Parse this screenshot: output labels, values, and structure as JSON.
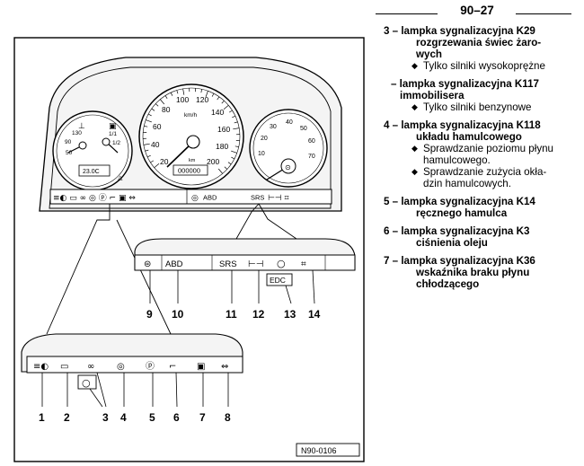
{
  "header": {
    "page_number": "90–27"
  },
  "figure": {
    "code": "N90-0106",
    "speedometer": {
      "unit": "km/h",
      "scale": [
        "20",
        "40",
        "60",
        "80",
        "100",
        "120",
        "140",
        "160",
        "180",
        "200"
      ],
      "odometer_unit": "km",
      "odometer": "000000"
    },
    "trip_display": "23.0C",
    "temperature_gauge": {
      "scale": [
        "50",
        "90",
        "130"
      ]
    },
    "fuel_gauge": {
      "scale": [
        "1/1",
        "1/2"
      ]
    },
    "tachometer": {
      "scale": [
        "10",
        "20",
        "30",
        "40",
        "50",
        "60",
        "70"
      ]
    },
    "top_strip_labels": [
      "ABD",
      "SRS"
    ],
    "panel_labels": {
      "abd": "ABD",
      "srs": "SRS",
      "edc": "EDC"
    },
    "callouts_upper": [
      "9",
      "10",
      "11",
      "12",
      "13",
      "14"
    ],
    "callouts_lower": [
      "1",
      "2",
      "3",
      "4",
      "5",
      "6",
      "7",
      "8"
    ]
  },
  "legend": [
    {
      "title": "3 – lampka sygnalizacyjna K29 rozgrzewania świec żaro-wych",
      "lines": [
        "3 – lampka sygnalizacyjna K29",
        "rozgrzewania świec żaro-",
        "wych"
      ],
      "subs": [
        "Tylko silniki wysokoprężne"
      ]
    },
    {
      "title": "– lampka sygnalizacyjna K117 immobilisera",
      "lines": [
        "– lampka sygnalizacyjna K117",
        "immobilisera"
      ],
      "subs": [
        "Tylko silniki benzynowe"
      ]
    },
    {
      "title": "4 – lampka sygnalizacyjna K118 układu hamulcowego",
      "lines": [
        "4 – lampka sygnalizacyjna K118",
        "układu hamulcowego"
      ],
      "subs": [
        "Sprawdzanie poziomu płynu hamulcowego.",
        "Sprawdzanie zużycia okła-dzin hamulcowych."
      ],
      "sub_lines": [
        [
          "Sprawdzanie poziomu płynu",
          "hamulcowego."
        ],
        [
          "Sprawdzanie zużycia okła-",
          "dzin hamulcowych."
        ]
      ]
    },
    {
      "title": "5 – lampka sygnalizacyjna K14 ręcznego hamulca",
      "lines": [
        "5 – lampka sygnalizacyjna K14",
        "ręcznego hamulca"
      ],
      "subs": []
    },
    {
      "title": "6 – lampka sygnalizacyjna K3 ciśnienia oleju",
      "lines": [
        "6 – lampka sygnalizacyjna K3",
        "ciśnienia oleju"
      ],
      "subs": []
    },
    {
      "title": "7 – lampka sygnalizacyjna K36 wskaźnika braku płynu chłodzącego",
      "lines": [
        "7 – lampka sygnalizacyjna K36",
        "wskaźnika braku płynu",
        "chłodzącego"
      ],
      "subs": []
    }
  ],
  "colors": {
    "ink": "#000000",
    "paper": "#ffffff",
    "figure_fill": "#f4f4f4"
  }
}
